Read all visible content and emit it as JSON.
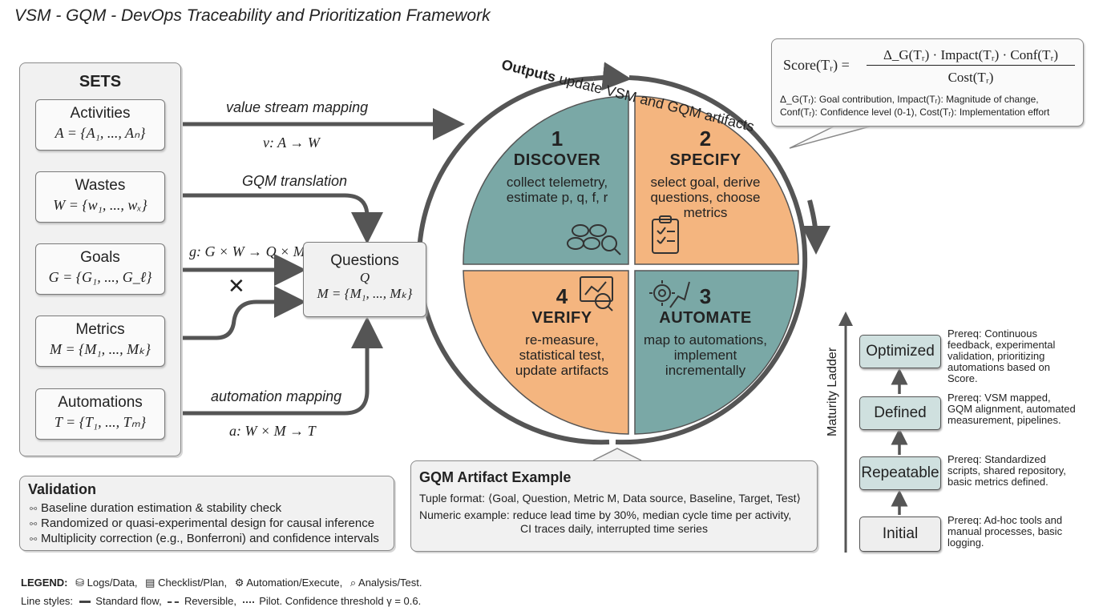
{
  "title": "VSM - GQM - DevOps Traceability and Prioritization Framework",
  "sets": {
    "heading": "SETS",
    "items": [
      {
        "name": "Activities",
        "formula": "A = {A₁, ..., Aₙ}"
      },
      {
        "name": "Wastes",
        "formula": "W = {w₁, ..., wₓ}"
      },
      {
        "name": "Goals",
        "formula": "G = {G₁, ..., G_ℓ}"
      },
      {
        "name": "Metrics",
        "formula": "M = {M₁, ..., Mₖ}"
      },
      {
        "name": "Automations",
        "formula": "T = {T₁, ..., Tₘ}"
      }
    ]
  },
  "edges": {
    "vsm_label": "value stream mapping",
    "vsm_formula": "v: A → W",
    "gqm_label": "GQM translation",
    "g_formula": "g: G × W → Q × M",
    "cross": "✕",
    "auto_label": "automation mapping",
    "auto_formula": "a: W × M → T"
  },
  "questions": {
    "title": "Questions",
    "q": "Q",
    "m": "M = {M₁, ..., Mₖ}"
  },
  "cycle": {
    "arc_label": "Outputs update VSM and GQM artifacts",
    "arc_bold": "Outputs",
    "quadrants": [
      {
        "num": "1",
        "title": "DISCOVER",
        "desc": "collect telemetry, estimate p, q, f, r"
      },
      {
        "num": "2",
        "title": "SPECIFY",
        "desc": "select goal, derive questions, choose metrics"
      },
      {
        "num": "3",
        "title": "AUTOMATE",
        "desc": "map to automations, implement incrementally"
      },
      {
        "num": "4",
        "title": "VERIFY",
        "desc": "re-measure, statistical test, update artifacts"
      }
    ],
    "colors": {
      "teal": "#7aa8a6",
      "orange": "#f4b57f"
    }
  },
  "score": {
    "lhs": "Score(Tᵣ) =",
    "numerator": "Δ_G(Tᵣ) · Impact(Tᵣ) · Conf(Tᵣ)",
    "denominator": "Cost(Tᵣ)",
    "note1": "Δ_G(Tᵣ): Goal contribution, Impact(Tᵣ): Magnitude of change,",
    "note2": "Conf(Tᵣ): Confidence level (0-1), Cost(Tᵣ): Implementation effort"
  },
  "maturity": {
    "axis_label": "Maturity Ladder",
    "levels": [
      {
        "name": "Optimized",
        "prereq": "Prereq: Continuous feedback, experimental validation, prioritizing automations based on Score."
      },
      {
        "name": "Defined",
        "prereq": "Prereq: VSM mapped, GQM alignment, automated measurement, pipelines."
      },
      {
        "name": "Repeatable",
        "prereq": "Prereq: Standardized scripts, shared repository, basic metrics defined."
      },
      {
        "name": "Initial",
        "prereq": "Prereq: Ad-hoc tools and manual processes, basic logging."
      }
    ]
  },
  "validation": {
    "heading": "Validation",
    "items": [
      "Baseline duration estimation & stability check",
      "Randomized or quasi-experimental design for causal inference",
      "Multiplicity correction (e.g., Bonferroni) and confidence intervals"
    ]
  },
  "gqm_example": {
    "heading": "GQM Artifact Example",
    "tuple": "Tuple format: ⟨Goal, Question, Metric M, Data source, Baseline, Target, Test⟩",
    "numeric1": "Numeric example: reduce lead time by 30%, median cycle time per activity,",
    "numeric2": "CI traces daily, interrupted time series"
  },
  "legend": {
    "label": "LEGEND:",
    "items": [
      "Logs/Data,",
      "Checklist/Plan,",
      "Automation/Execute,",
      "Analysis/Test."
    ],
    "line_styles_label": "Line styles:",
    "line_items": [
      "Standard flow,",
      "Reversible,",
      "Pilot. Confidence threshold γ = 0.6."
    ]
  }
}
